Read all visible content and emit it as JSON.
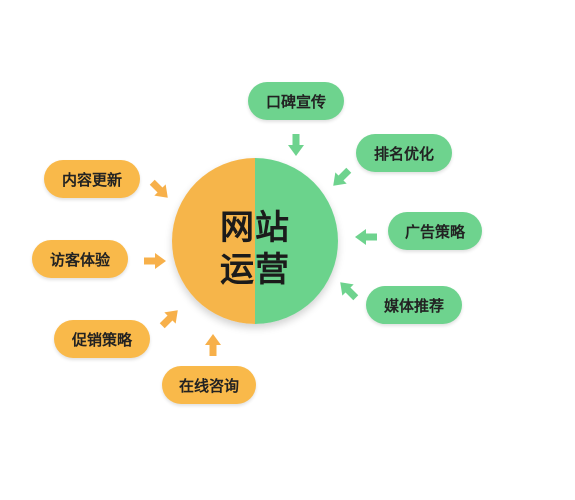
{
  "diagram": {
    "center": {
      "line1": "网站",
      "line2": "运营",
      "left_color": "#f6b54a",
      "right_color": "#6bd38c"
    },
    "nodes": [
      {
        "id": "koubei",
        "label": "口碑宣传",
        "color": "green",
        "arrow_color": "#6ed38e"
      },
      {
        "id": "paiming",
        "label": "排名优化",
        "color": "green",
        "arrow_color": "#6ed38e"
      },
      {
        "id": "guanggao",
        "label": "广告策略",
        "color": "green",
        "arrow_color": "#6ed38e"
      },
      {
        "id": "meiti",
        "label": "媒体推荐",
        "color": "green",
        "arrow_color": "#6ed38e"
      },
      {
        "id": "zaixian",
        "label": "在线咨询",
        "color": "orange",
        "arrow_color": "#f7b04a"
      },
      {
        "id": "cuxiao",
        "label": "促销策略",
        "color": "orange",
        "arrow_color": "#f7b04a"
      },
      {
        "id": "fangke",
        "label": "访客体验",
        "color": "orange",
        "arrow_color": "#f7b04a"
      },
      {
        "id": "neirong",
        "label": "内容更新",
        "color": "orange",
        "arrow_color": "#f7b04a"
      }
    ]
  }
}
